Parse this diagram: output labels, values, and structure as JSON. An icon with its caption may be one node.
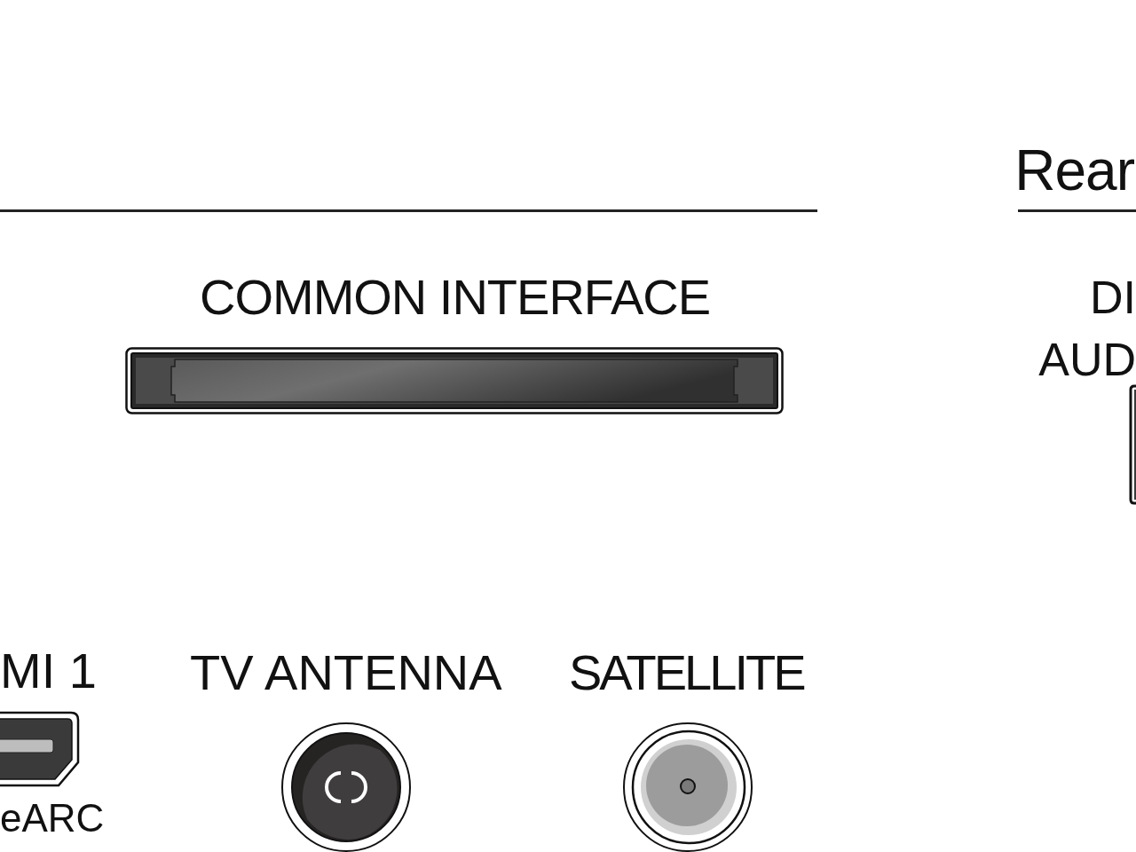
{
  "diagram": {
    "labels": [
      "Rear",
      "COMMON INTERFACE",
      "DI AUD",
      "MI 1",
      "TV ANTENNA",
      "SATELLITE",
      "eARC"
    ]
  }
}
